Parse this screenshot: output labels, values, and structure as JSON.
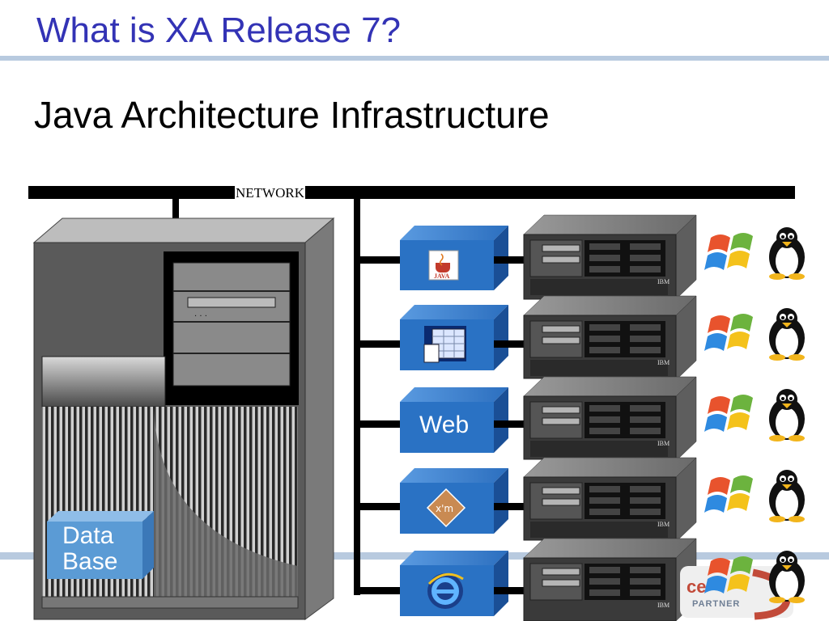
{
  "header": {
    "title": "What is XA Release 7?"
  },
  "subtitle": "Java Architecture Infrastructure",
  "diagram": {
    "network_label": "NETWORK",
    "database_label": "Data Base",
    "servers": [
      {
        "role": "Java",
        "box_icon": "java-cup-icon",
        "box_text": "JAVA"
      },
      {
        "role": "Applications",
        "box_icon": "spreadsheet-icon",
        "box_text": ""
      },
      {
        "role": "Web",
        "box_icon": "",
        "box_text": "Web"
      },
      {
        "role": "XML",
        "box_icon": "xml-diamond-icon",
        "box_text": "xml"
      },
      {
        "role": "Browser",
        "box_icon": "internet-explorer-icon",
        "box_text": ""
      }
    ],
    "os_icons": [
      "windows-flag-icon",
      "linux-tux-icon"
    ],
    "server_brand": "IBM"
  },
  "footer": {
    "partner_text": "PARTNER"
  },
  "colors": {
    "title": "#3333b5",
    "rule": "#b8cadf",
    "box_blue": "#2a72c4",
    "db_blue": "#5b9bd5"
  }
}
